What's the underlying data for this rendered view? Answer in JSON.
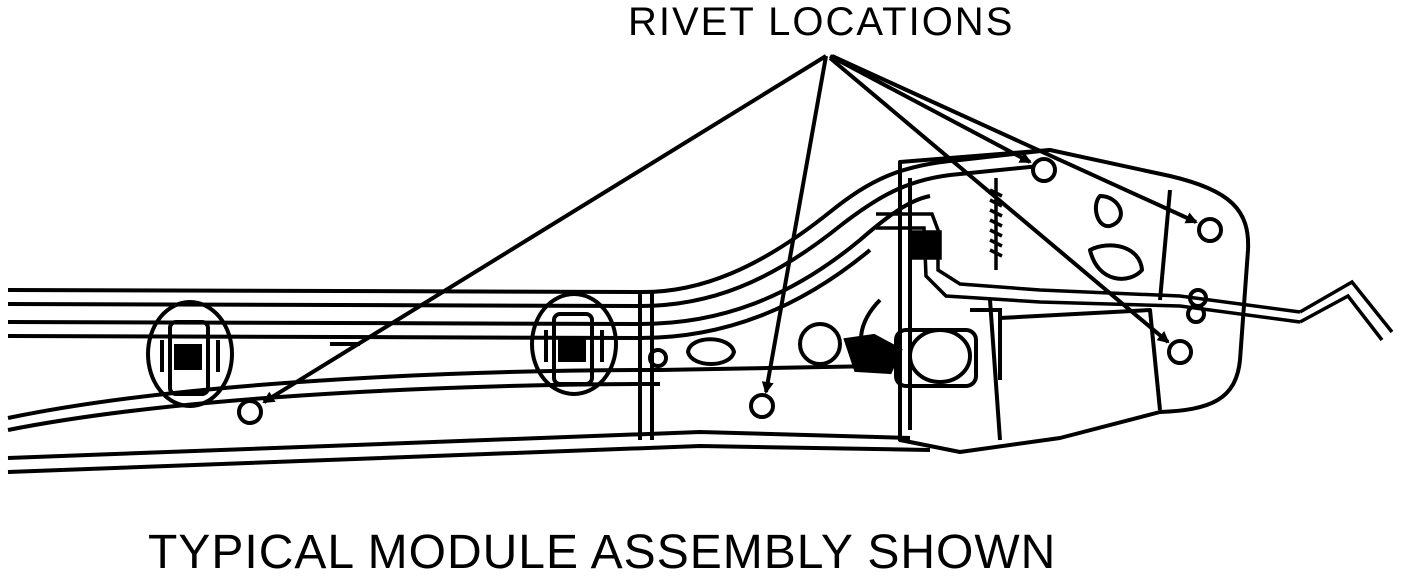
{
  "diagram": {
    "callout_label": "RIVET LOCATIONS",
    "caption": "TYPICAL MODULE ASSEMBLY SHOWN",
    "colors": {
      "ink": "#000000",
      "paper": "#ffffff"
    },
    "rivet_count": 5
  }
}
